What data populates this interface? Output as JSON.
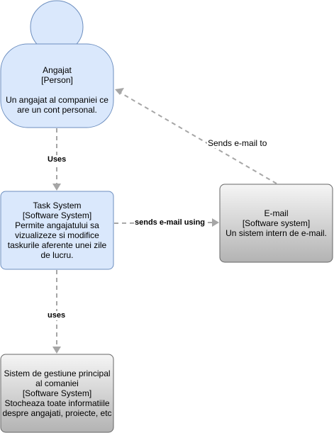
{
  "colors": {
    "person_fill": "#dae8fc",
    "person_stroke": "#6c8ebf",
    "system_fill": "#dae8fc",
    "system_stroke": "#6c8ebf",
    "external_fill_top": "#f5f5f5",
    "external_fill_bottom": "#b3b3b3",
    "external_stroke": "#666666",
    "edge": "#a6a6a6"
  },
  "nodes": {
    "person": {
      "name": "Angajat",
      "type": "[Person]",
      "description_line1": "Un angajat al companiei ce",
      "description_line2": "are un cont personal."
    },
    "task_system": {
      "name": "Task System",
      "type": "[Software System]",
      "description_line1": "Permite angajatului sa",
      "description_line2": "vizualizeze si modifice",
      "description_line3": "taskurile aferente unei zile",
      "description_line4": "de lucru."
    },
    "email_system": {
      "name": "E-mail",
      "type": "[Software system]",
      "description_line1": "Un sistem intern de e-mail."
    },
    "management_system": {
      "name_line1": "Sistem de gestiune principal",
      "name_line2": "al comaniei",
      "type": "[Software System]",
      "description_line1": "Stocheaza toate informatiile",
      "description_line2": "despre angajati, proiecte, etc"
    }
  },
  "edges": {
    "person_to_task": "Uses",
    "task_to_email": "sends e-mail using",
    "email_to_person": "Sends e-mail to",
    "task_to_management": "uses"
  }
}
